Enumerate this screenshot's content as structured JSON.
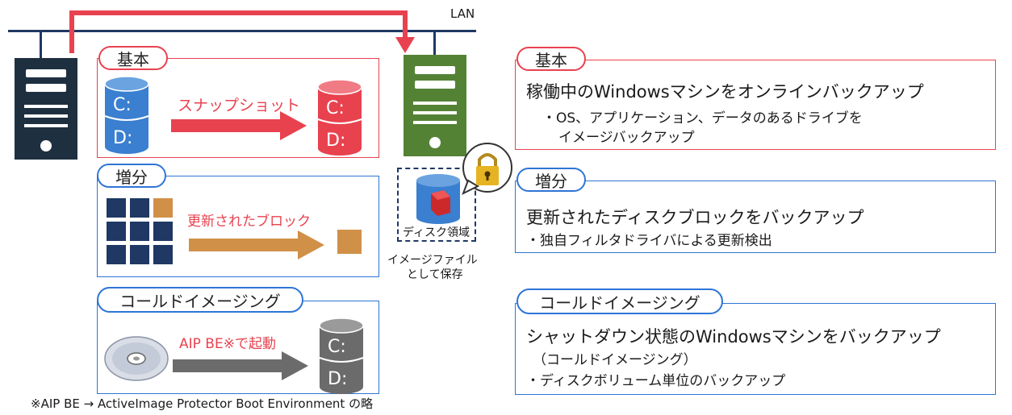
{
  "lan": {
    "label": "LAN"
  },
  "left": {
    "basic": {
      "title": "基本",
      "arrow_label": "スナップショット",
      "source_drives": [
        "C:",
        "D:"
      ],
      "target_drives": [
        "C:",
        "D:"
      ]
    },
    "incremental": {
      "title": "増分",
      "arrow_label": "更新されたブロック"
    },
    "cold": {
      "title": "コールドイメージング",
      "arrow_label": "AIP BE※で起動",
      "target_drives": [
        "C:",
        "D:"
      ]
    },
    "storage": {
      "disk_label": "ディスク領域",
      "caption_line1": "イメージファイル",
      "caption_line2": "として保存"
    },
    "footnote": "※AIP BE → ActiveImage Protector Boot Environment の略"
  },
  "right": {
    "basic": {
      "title": "基本",
      "main": "稼働中のWindowsマシンをオンラインバックアップ",
      "sub1": "・OS、アプリケーション、データのあるドライブを",
      "sub2": "イメージバックアップ"
    },
    "incremental": {
      "title": "増分",
      "main": "更新されたディスクブロックをバックアップ",
      "sub1": "・独自フィルタドライバによる更新検出"
    },
    "cold": {
      "title": "コールドイメージング",
      "main": "シャットダウン状態のWindowsマシンをバックアップ",
      "sub1": "（コールドイメージング）",
      "sub2": "・ディスクボリューム単位のバックアップ"
    }
  },
  "colors": {
    "red": "#e8424f",
    "blue": "#2e75d6",
    "navy": "#1f3864",
    "orange": "#d19048",
    "green": "#548235",
    "gray": "#6b6b6b"
  }
}
